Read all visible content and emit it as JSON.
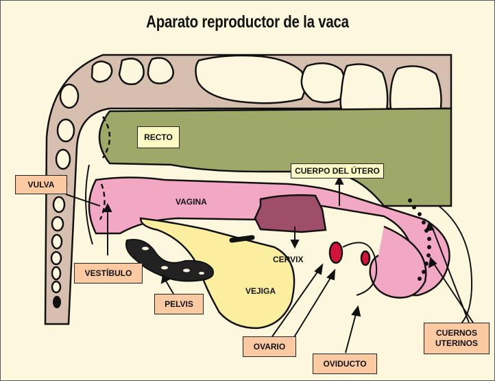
{
  "title": "Aparato reproductor de la vaca",
  "labels": {
    "recto": "RECTO",
    "cuerpo_utero": "CUERPO DEL ÚTERO",
    "vagina": "VAGINA",
    "cervix": "CERVIX",
    "vejiga": "VEJIGA",
    "vulva": "VULVA",
    "vestibulo": "VESTÍBULO",
    "pelvis": "PELVIS",
    "ovario": "OVARIO",
    "oviducto": "OVIDUCTO",
    "cuernos_line1": "CUERNOS",
    "cuernos_line2": "UTERINOS"
  },
  "colors": {
    "background": "#fdf7dd",
    "spine": "#d6bfae",
    "rectum": "#9ea868",
    "reproductive_tract": "#f2a8c3",
    "cervix": "#9e4e68",
    "bladder": "#fbef9f",
    "ovary": "#d2143a",
    "label_box": "#fbc9a2",
    "label_box_light": "#fdf9c4"
  }
}
